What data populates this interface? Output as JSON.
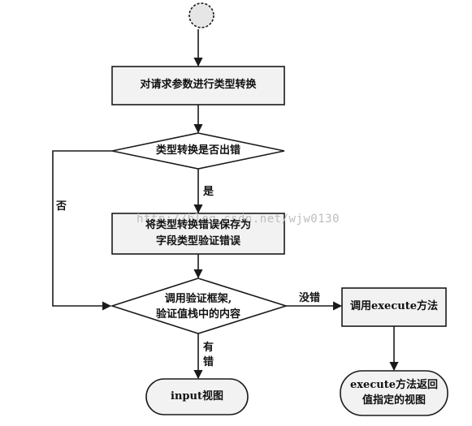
{
  "nodes": {
    "convert": "对请求参数进行类型转换",
    "check": "类型转换是否出错",
    "save_line1": "将类型转换错误保存为",
    "save_line2": "字段类型验证错误",
    "validate_line1": "调用验证框架,",
    "validate_line2": "验证值栈中的内容",
    "execute": "调用execute方法",
    "input_view": "input视图",
    "return_line1": "execute方法返回",
    "return_line2": "值指定的视图"
  },
  "edges": {
    "yes": "是",
    "no": "否",
    "no_error": "没错",
    "error_line1": "有",
    "error_line2": "错"
  },
  "watermark": "http://blog.csdn.net/wjw0130",
  "colors": {
    "stroke": "#1a1a1a",
    "box_fill": "#f2f2f2",
    "start_fill": "#e6e6e6"
  }
}
